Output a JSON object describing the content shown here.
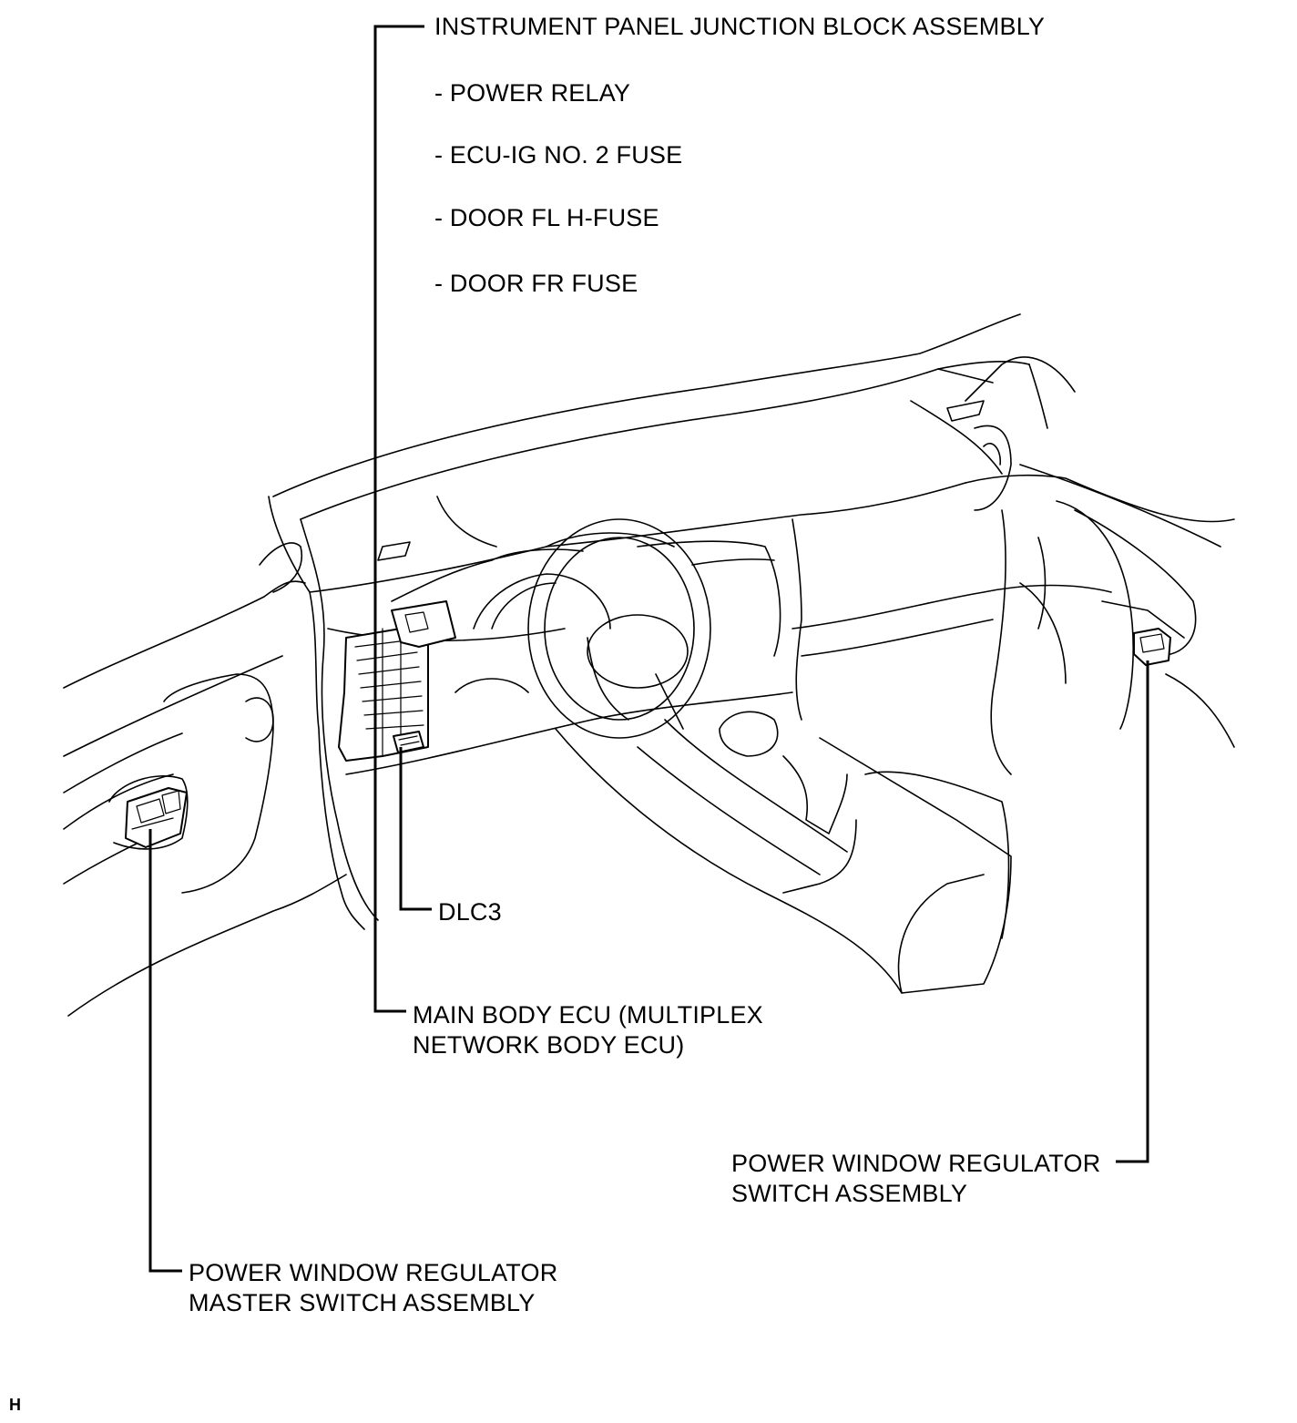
{
  "labels": {
    "junction_block": "INSTRUMENT PANEL JUNCTION BLOCK ASSEMBLY",
    "sub_items": [
      "- POWER RELAY",
      "- ECU-IG NO. 2 FUSE",
      "- DOOR FL H-FUSE",
      "- DOOR FR FUSE"
    ],
    "dlc3": "DLC3",
    "main_body_ecu_line1": "MAIN BODY ECU (MULTIPLEX",
    "main_body_ecu_line2": "NETWORK BODY ECU)",
    "regulator_switch_line1": "POWER WINDOW REGULATOR",
    "regulator_switch_line2": "SWITCH ASSEMBLY",
    "master_switch_line1": "POWER WINDOW REGULATOR",
    "master_switch_line2": "MASTER SWITCH ASSEMBLY"
  },
  "footer": {
    "code": "H"
  },
  "colors": {
    "ink": "#000000",
    "background": "#ffffff"
  }
}
